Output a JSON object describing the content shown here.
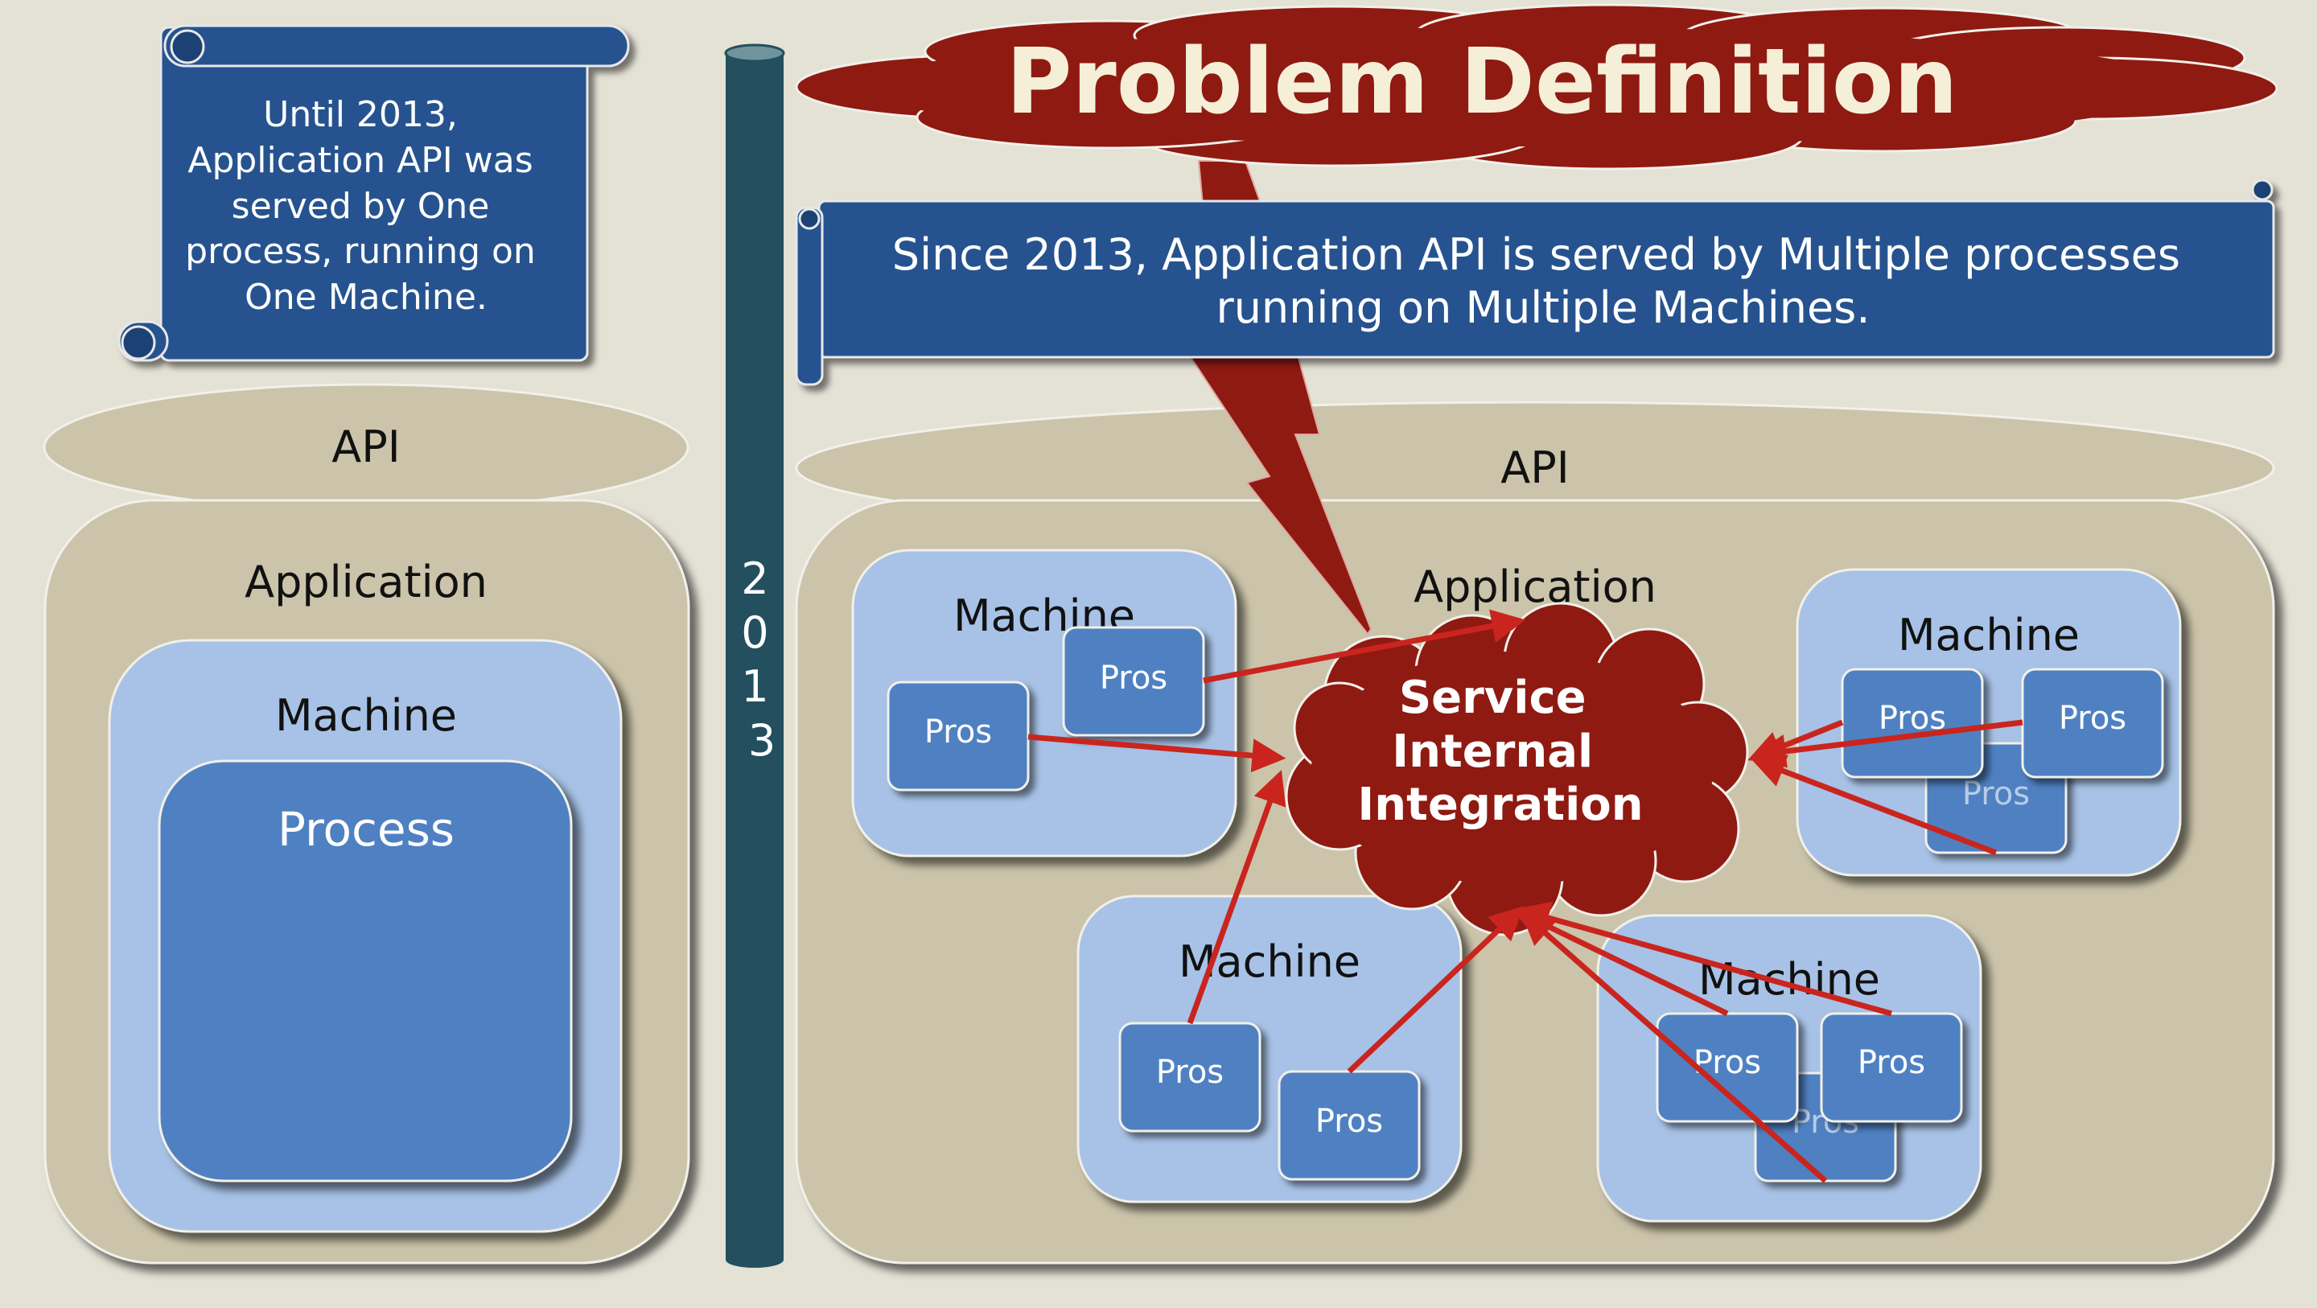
{
  "slide": {
    "title": "Problem Definition",
    "before_note": [
      "Until 2013,",
      "Application API was",
      "served by One",
      "process, running on",
      "One Machine."
    ],
    "after_note": [
      "Since 2013, Application API is served by Multiple processes",
      "running on Multiple Machines."
    ],
    "timeline_year": [
      "2",
      "0",
      "1",
      "3"
    ]
  },
  "left_panel": {
    "api_label": "API",
    "application_label": "Application",
    "machine_label": "Machine",
    "process_label": "Process"
  },
  "right_panel": {
    "api_label": "API",
    "application_label": "Application",
    "integration_label": [
      "Service",
      "Internal",
      "Integration"
    ],
    "machine_label": "Machine",
    "process_label": "Pros"
  },
  "colors": {
    "background": "#e4e1d5",
    "container_tan": "#cbc4aa",
    "machine_light_blue": "#a7c2e6",
    "process_blue": "#4f81c2",
    "banner_blue": "#26538f",
    "timeline_teal": "#234f5e",
    "problem_red": "#8e1a12",
    "arrow_red": "#c9251e"
  }
}
